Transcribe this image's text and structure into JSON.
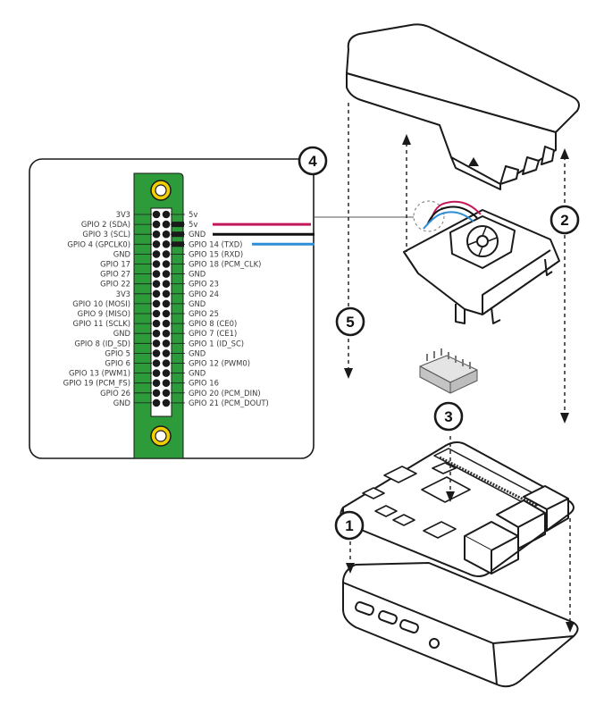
{
  "diagram": {
    "colors": {
      "board_green": "#2e9b3a",
      "wire_red": "#c2185b",
      "wire_black": "#111111",
      "wire_blue": "#2a8fd6",
      "outline": "#1a1a1a"
    },
    "steps": [
      {
        "label": "1"
      },
      {
        "label": "2"
      },
      {
        "label": "3"
      },
      {
        "label": "4"
      },
      {
        "label": "5"
      }
    ],
    "gpio_header": {
      "left_pins": [
        "3V3",
        "GPIO 2 (SDA)",
        "GPIO 3 (SCL)",
        "GPIO 4 (GPCLK0)",
        "GND",
        "GPIO 17",
        "GPIO 27",
        "GPIO 22",
        "3V3",
        "GPIO 10 (MOSI)",
        "GPIO 9 (MISO)",
        "GPIO 11 (SCLK)",
        "GND",
        "GPIO 8 (ID_SD)",
        "GPIO 5",
        "GPIO 6",
        "GPIO 13 (PWM1)",
        "GPIO 19 (PCM_FS)",
        "GPIO 26",
        "GND"
      ],
      "right_pins": [
        "5v",
        "5v",
        "GND",
        "GPIO 14 (TXD)",
        "GPIO 15 (RXD)",
        "GPIO 18 (PCM_CLK)",
        "GND",
        "GPIO 23",
        "GPIO 24",
        "GND",
        "GPIO 25",
        "GPIO 8 (CE0)",
        "GPIO 7 (CE1)",
        "GPIO 1 (ID_SC)",
        "GND",
        "GPIO 12 (PWM0)",
        "GND",
        "GPIO 16",
        "GPIO 20 (PCM_DIN)",
        "GPIO 21 (PCM_DOUT)"
      ],
      "connected_pins": [
        {
          "pin_row": 2,
          "side": "right",
          "wire": "red"
        },
        {
          "pin_row": 3,
          "side": "right",
          "wire": "black"
        },
        {
          "pin_row": 4,
          "side": "right",
          "wire": "blue"
        }
      ]
    }
  }
}
